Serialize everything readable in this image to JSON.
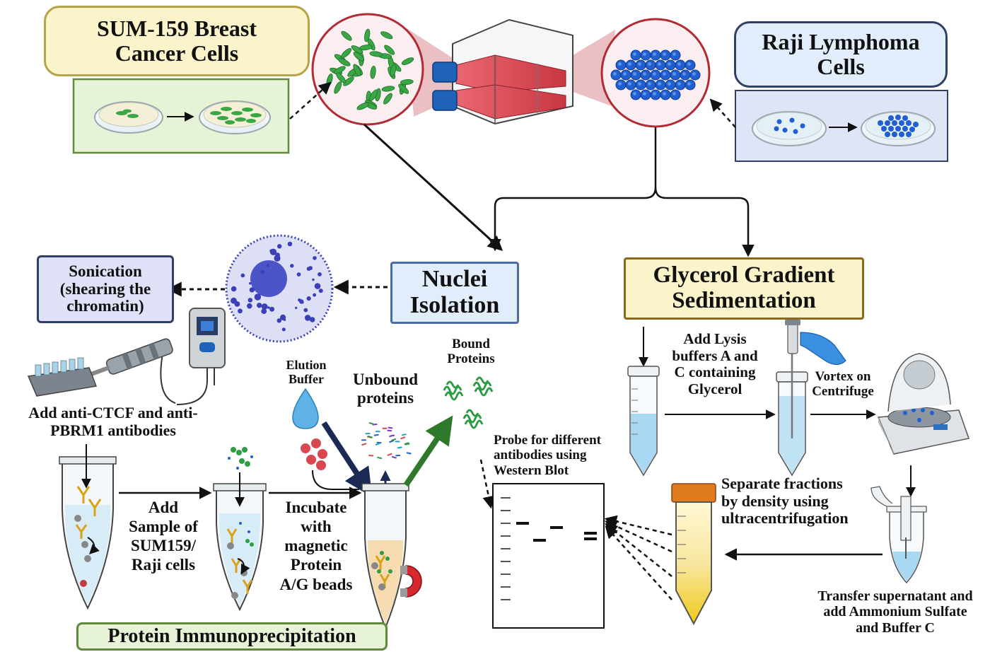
{
  "boxes": {
    "sum159": "SUM-159 Breast\nCancer Cells",
    "raji": "Raji Lymphoma\nCells",
    "nuclei": "Nuclei\nIsolation",
    "glycerol": "Glycerol Gradient\nSedimentation",
    "sonication": "Sonication\n(shearing the\nchromatin)",
    "protein_ip": "Protein Immunoprecipitation"
  },
  "labels": {
    "antibodies": "Add anti-CTCF and anti-\nPBRM1 antibodies",
    "add_sample": "Add\nSample of\nSUM159/\nRaji cells",
    "incubate": "Incubate\nwith\nmagnetic\nProtein\nA/G beads",
    "elution": "Elution\nBuffer",
    "unbound": "Unbound\nproteins",
    "bound": "Bound\nProteins",
    "probe": "Probe for different\nantibodies using\nWestern Blot",
    "lysis": "Add Lysis\nbuffers A and\nC containing\nGlycerol",
    "vortex": "Vortex on\nCentrifuge",
    "separate": "Separate fractions\nby density using\nultracentrifugation",
    "transfer": "Transfer supernatant and\nadd Ammonium Sulfate\nand Buffer C"
  },
  "colors": {
    "cream_fill": "#fbf3c9",
    "cream_border": "#b4a348",
    "blue_fill": "#e2edfb",
    "blue_border": "#2f3f66",
    "green_fill": "#e6f3d6",
    "green_border": "#5f8a3a",
    "lavender_fill": "#dfe2f6",
    "flask_red": "#dc4b55",
    "cell_green": "#3aa645",
    "cell_blue": "#1f5fd1",
    "nucleus_blue": "#3b3fb8",
    "arrow_navy": "#1b2a55",
    "arrow_green": "#2e7a2a"
  },
  "icons": [
    "petri-dish-icon",
    "culture-flask-icon",
    "microscope-zoom-icon",
    "nucleus-icon",
    "sonicator-icon",
    "ip-tube-icon",
    "antibody-icon",
    "magnet-icon",
    "droplet-icon",
    "conical-tube-icon",
    "pipette-icon",
    "centrifuge-icon",
    "western-blot-icon"
  ]
}
